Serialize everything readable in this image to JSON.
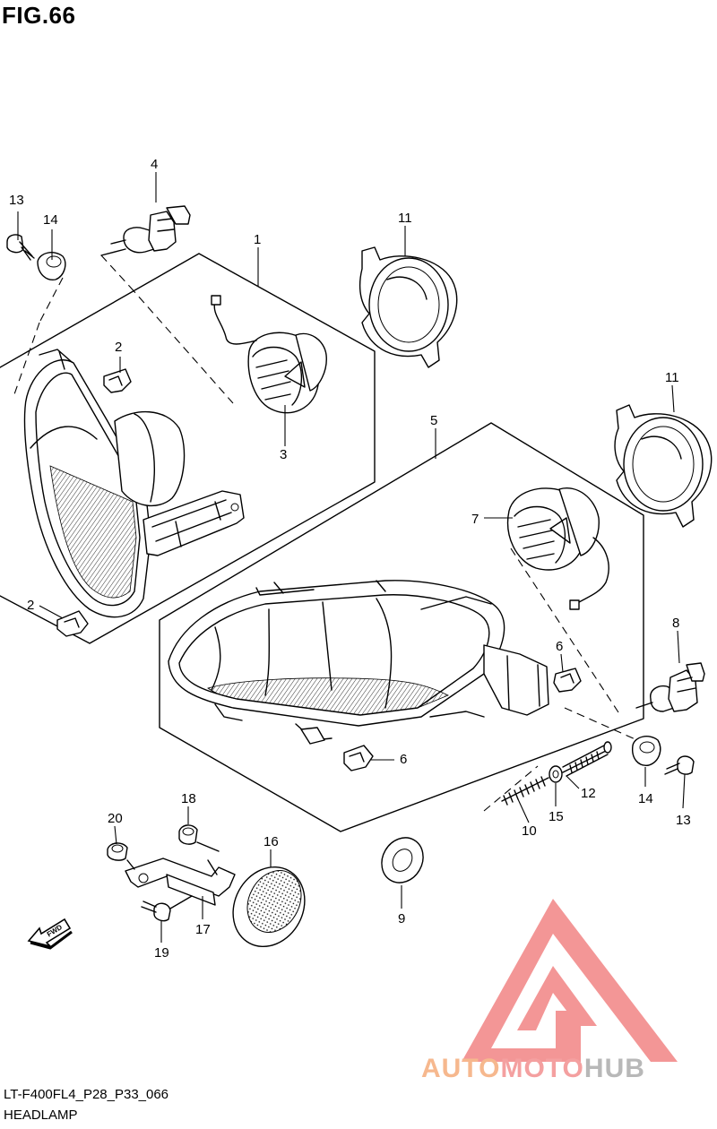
{
  "figure": {
    "title": "FIG.66",
    "code": "LT-F400FL4_P28_P33_066",
    "name": "HEADLAMP"
  },
  "watermark": {
    "part1": "AUTO",
    "part2": "MOTO",
    "part3": "HUB",
    "colors": {
      "auto": "#f6b88e",
      "moto": "#f4a0a0",
      "hub": "#b8b8b8",
      "logo": "#f28b8b"
    }
  },
  "callouts": {
    "n1": "1",
    "n2a": "2",
    "n2b": "2",
    "n3": "3",
    "n4": "4",
    "n5": "5",
    "n6a": "6",
    "n6b": "6",
    "n7": "7",
    "n8": "8",
    "n9": "9",
    "n10": "10",
    "n11a": "11",
    "n11b": "11",
    "n12": "12",
    "n13a": "13",
    "n13b": "13",
    "n14a": "14",
    "n14b": "14",
    "n15": "15",
    "n16": "16",
    "n17": "17",
    "n18": "18",
    "n19": "19",
    "n20": "20"
  },
  "fwd_arrow": {
    "label": "FWD"
  },
  "icons": [
    "fwd-arrow-icon",
    "automotohub-logo-icon"
  ]
}
